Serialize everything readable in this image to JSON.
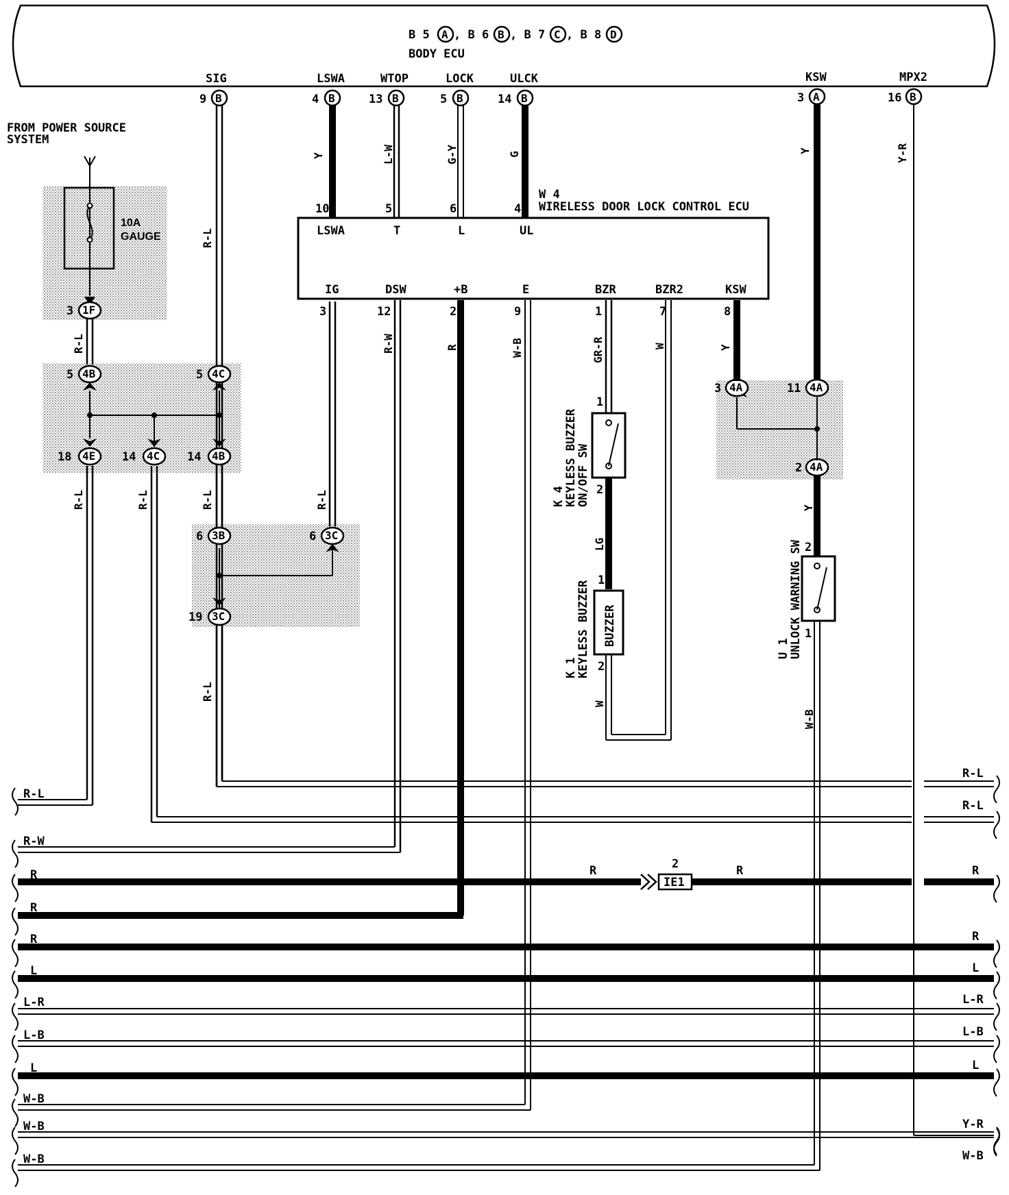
{
  "body_ecu": {
    "title_parts": [
      "B 5",
      "A",
      ", B 6",
      "B",
      ", B 7",
      "C",
      ", B 8",
      "D"
    ],
    "name": "BODY ECU",
    "pins": [
      {
        "label": "SIG",
        "num": "9",
        "conn": "B",
        "wire": ""
      },
      {
        "label": "LSWA",
        "num": "4",
        "conn": "B",
        "wire": "Y"
      },
      {
        "label": "WTOP",
        "num": "13",
        "conn": "B",
        "wire": "L-W"
      },
      {
        "label": "LOCK",
        "num": "5",
        "conn": "B",
        "wire": "G-Y"
      },
      {
        "label": "ULCK",
        "num": "14",
        "conn": "B",
        "wire": "G"
      },
      {
        "label": "KSW",
        "num": "3",
        "conn": "A",
        "wire": "Y"
      },
      {
        "label": "MPX2",
        "num": "16",
        "conn": "B",
        "wire": "Y-R"
      }
    ]
  },
  "power_source": {
    "line1": "FROM POWER SOURCE",
    "line2": "SYSTEM",
    "fuse_rating": "10A",
    "fuse_name": "GAUGE"
  },
  "wireless_ecu": {
    "id": "W 4",
    "name": "WIRELESS DOOR LOCK CONTROL ECU",
    "top_pins": [
      {
        "num": "10",
        "label": "LSWA"
      },
      {
        "num": "5",
        "label": "T"
      },
      {
        "num": "6",
        "label": "L"
      },
      {
        "num": "4",
        "label": "UL"
      }
    ],
    "bottom_pins": [
      {
        "num": "3",
        "label": "IG",
        "wire": "R-L"
      },
      {
        "num": "12",
        "label": "DSW",
        "wire": "R-W"
      },
      {
        "num": "2",
        "label": "+B",
        "wire": "R"
      },
      {
        "num": "9",
        "label": "E",
        "wire": "W-B"
      },
      {
        "num": "1",
        "label": "BZR",
        "wire": "GR-R"
      },
      {
        "num": "7",
        "label": "BZR2",
        "wire": "W"
      },
      {
        "num": "8",
        "label": "KSW",
        "wire": "Y"
      }
    ]
  },
  "junctions": [
    {
      "num": "3",
      "conn": "1F"
    },
    {
      "num": "5",
      "conn": "4B"
    },
    {
      "num": "5",
      "conn": "4C"
    },
    {
      "num": "18",
      "conn": "4E"
    },
    {
      "num": "14",
      "conn": "4C"
    },
    {
      "num": "14",
      "conn": "4B"
    },
    {
      "num": "6",
      "conn": "3B"
    },
    {
      "num": "6",
      "conn": "3C"
    },
    {
      "num": "19",
      "conn": "3C"
    },
    {
      "num": "3",
      "conn": "4A"
    },
    {
      "num": "11",
      "conn": "4A"
    },
    {
      "num": "2",
      "conn": "4A"
    }
  ],
  "jx_wires": {
    "r_l": "R-L",
    "lg": "LG",
    "w": "W",
    "y": "Y",
    "w_b": "W-B"
  },
  "components": {
    "k4": {
      "id": "K 4",
      "name_line1": "KEYLESS BUZZER",
      "name_line2": "ON/OFF SW",
      "pin_top": "1",
      "pin_bottom": "2"
    },
    "k1": {
      "id": "K 1",
      "name": "KEYLESS BUZZER",
      "body": "BUZZER",
      "pin_top": "1",
      "pin_bottom": "2"
    },
    "u1": {
      "id": "U 1",
      "name": "UNLOCK WARNING SW",
      "pin_top": "2",
      "pin_bottom": "1"
    }
  },
  "ie1": {
    "pin": "2",
    "name": "IE1",
    "wire_left": "R",
    "wire_right": "R"
  },
  "bus_left_labels": [
    "R-L",
    "R-W",
    "R",
    "R",
    "R",
    "L",
    "L-R",
    "L-B",
    "L",
    "W-B",
    "W-B",
    "W-B"
  ],
  "bus_right_labels": [
    "R-L",
    "R-L",
    "R",
    "R",
    "L",
    "L-R",
    "L-B",
    "L",
    "Y-R",
    "W-B"
  ]
}
